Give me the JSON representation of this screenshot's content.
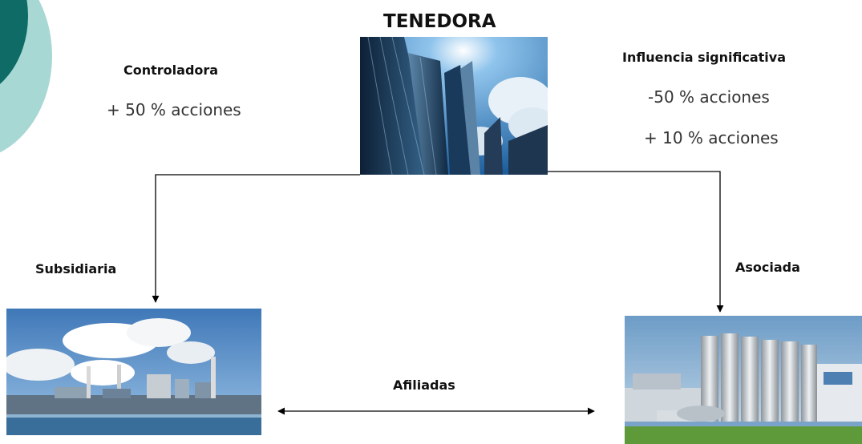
{
  "title": "TENEDORA",
  "left_relation": {
    "label": "Controladora",
    "value": "+ 50 % acciones"
  },
  "right_relation": {
    "label": "Influencia significativa",
    "value_1": "-50 % acciones",
    "value_2": "+ 10 % acciones"
  },
  "subsidiary": {
    "label": "Subsidiaria",
    "image": "power-plant-photo"
  },
  "associate": {
    "label": "Asociada",
    "image": "dairy-factory-photo"
  },
  "holding": {
    "image": "skyscrapers-photo"
  },
  "affiliates": {
    "label": "Afiliadas"
  },
  "colors": {
    "deco_dark": "#0f6b66",
    "deco_light": "#9fd3cf",
    "line": "#000000"
  }
}
